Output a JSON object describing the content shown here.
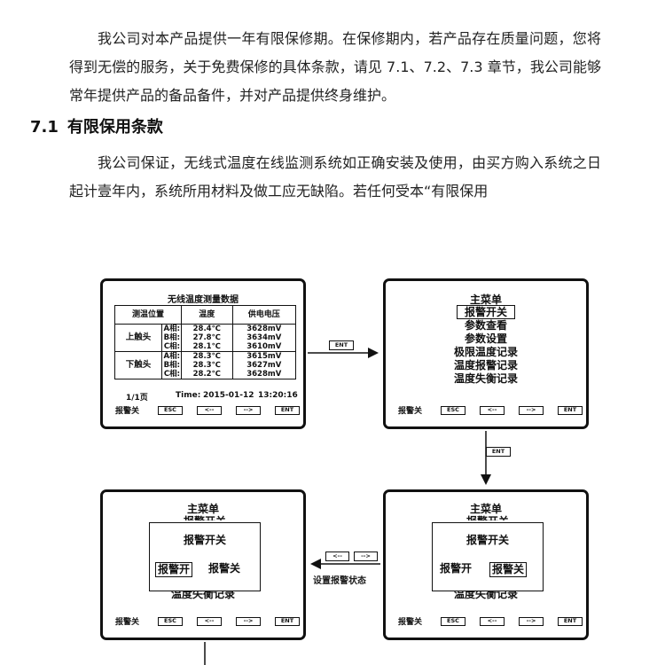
{
  "doc": {
    "para1": "我公司对本产品提供一年有限保修期。在保修期内，若产品存在质量问题，您将得到无偿的服务，关于免费保修的具体条款，请见 7.1、7.2、7.3 章节，我公司能够常年提供产品的备品备件，并对产品提供终身维护。",
    "heading_num": "7.1",
    "heading_text": "有限保用条款",
    "para2": "我公司保证，无线式温度在线监测系统如正确安装及使用，由买方购入系统之日起计壹年内，系统所用材料及做工应无缺陷。若任何受本“有限保用"
  },
  "screen1": {
    "title": "无线温度测量数据",
    "headers": [
      "测温位置",
      "温度",
      "供电电压"
    ],
    "groups": [
      {
        "position": "上触头",
        "rows": [
          {
            "phase": "A相:",
            "temp": "28.4℃",
            "volt": "3628mV"
          },
          {
            "phase": "B相:",
            "temp": "27.8℃",
            "volt": "3634mV"
          },
          {
            "phase": "C相:",
            "temp": "28.1℃",
            "volt": "3610mV"
          }
        ]
      },
      {
        "position": "下触头",
        "rows": [
          {
            "phase": "A相:",
            "temp": "28.3℃",
            "volt": "3615mV"
          },
          {
            "phase": "B相:",
            "temp": "28.3℃",
            "volt": "3627mV"
          },
          {
            "phase": "C相:",
            "temp": "28.2℃",
            "volt": "3628mV"
          }
        ]
      }
    ],
    "page": "1/1页",
    "time_label": "Time:",
    "date": "2015-01-12",
    "clock": "13:20:16"
  },
  "status": "报警关",
  "keys": {
    "esc": "ESC",
    "left": "<--",
    "right": "-->",
    "ent": "ENT"
  },
  "menu": {
    "title": "主菜单",
    "items": [
      "报警开关",
      "参数查看",
      "参数设置",
      "极限温度记录",
      "温度报警记录",
      "温度失衡记录"
    ]
  },
  "popup": {
    "title": "报警开关",
    "on": "报警开",
    "off": "报警关"
  },
  "flow": {
    "ent": "ENT",
    "left": "<--",
    "right": "-->",
    "set_label": "设置报警状态"
  }
}
